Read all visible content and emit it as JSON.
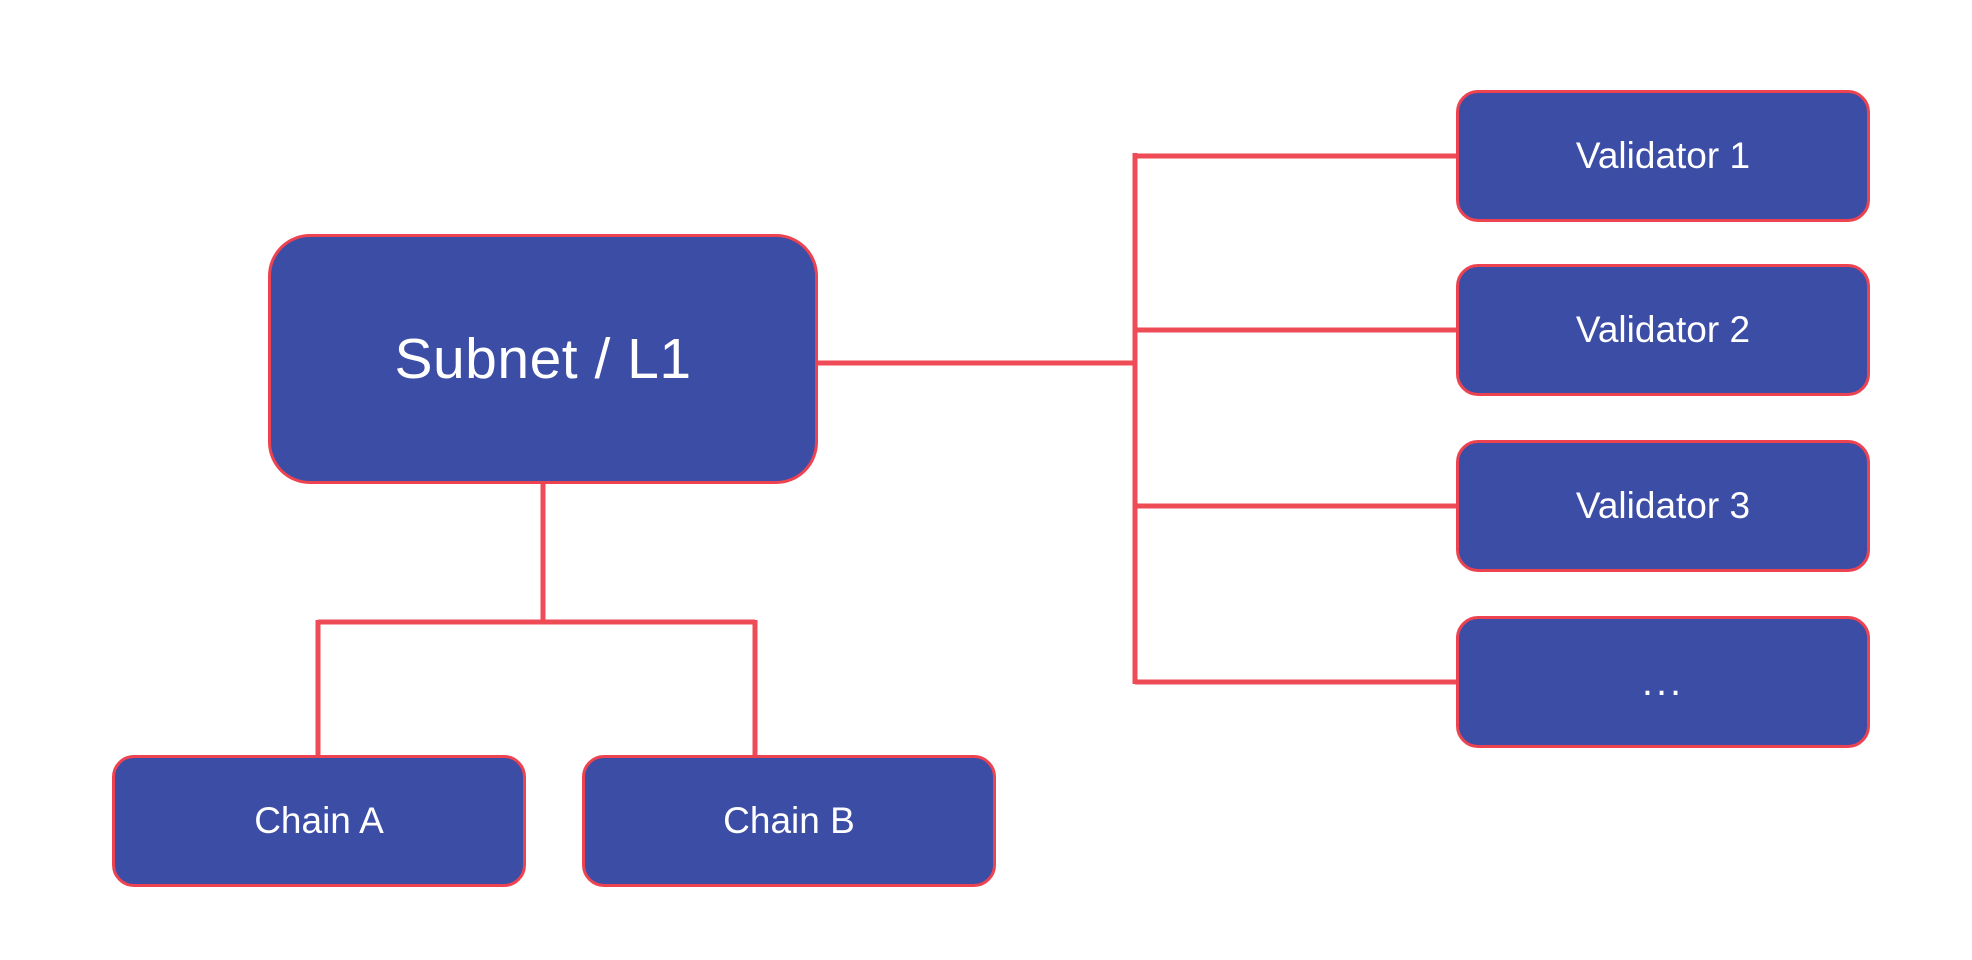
{
  "diagram": {
    "type": "tree-topology",
    "colors": {
      "background": "#ffffff",
      "node_fill": "#3c4da6",
      "node_border": "#ed4351",
      "connector": "#ee4b56",
      "node_text": "#ffffff"
    },
    "nodes": {
      "subnet": {
        "label": "Subnet / L1",
        "role": "root"
      },
      "chain_a": {
        "label": "Chain A",
        "role": "child"
      },
      "chain_b": {
        "label": "Chain B",
        "role": "child"
      },
      "validator_1": {
        "label": "Validator 1",
        "role": "validator"
      },
      "validator_2": {
        "label": "Validator 2",
        "role": "validator"
      },
      "validator_3": {
        "label": "Validator 3",
        "role": "validator"
      },
      "validator_more": {
        "label": "...",
        "role": "validator"
      }
    },
    "edges": [
      {
        "from": "subnet",
        "to": "chain_a"
      },
      {
        "from": "subnet",
        "to": "chain_b"
      },
      {
        "from": "subnet",
        "to": "validator_1"
      },
      {
        "from": "subnet",
        "to": "validator_2"
      },
      {
        "from": "subnet",
        "to": "validator_3"
      },
      {
        "from": "subnet",
        "to": "validator_more"
      }
    ]
  }
}
